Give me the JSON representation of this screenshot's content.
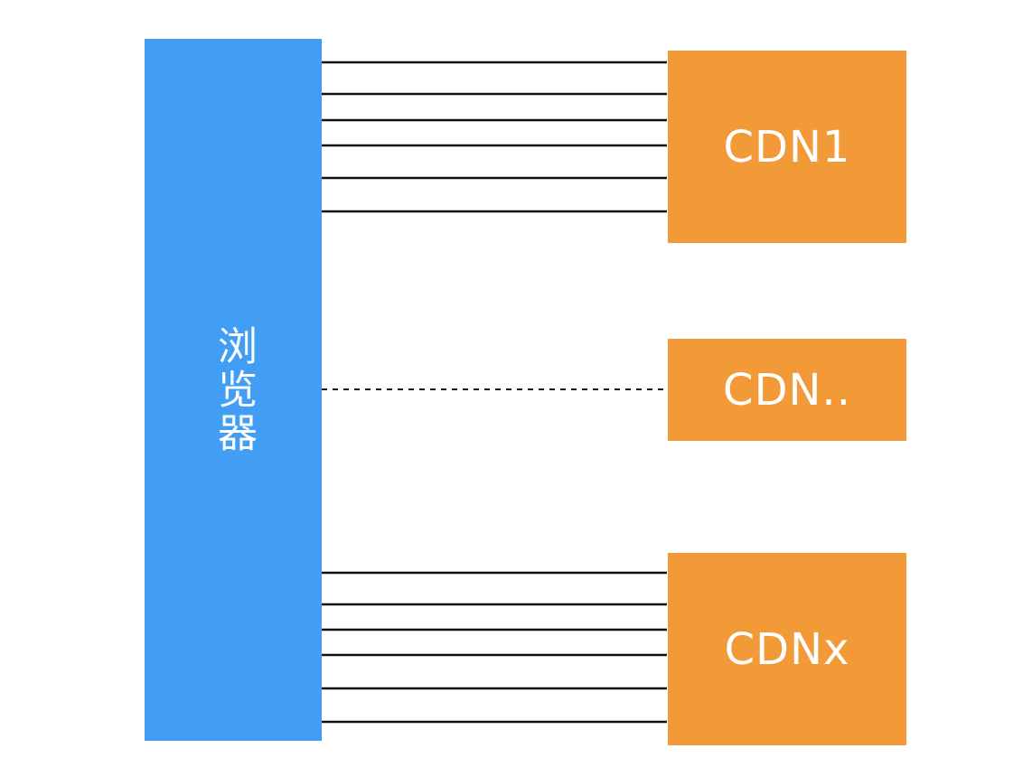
{
  "browser": {
    "label": "浏览器",
    "color": "#429ef5"
  },
  "cdn_nodes": [
    {
      "label": "CDN1"
    },
    {
      "label": "CDN.."
    },
    {
      "label": "CDNx"
    }
  ],
  "cdn_color": "#f19a37",
  "connections": {
    "top_group_count": 6,
    "middle_style": "dashed",
    "bottom_group_count": 6
  }
}
